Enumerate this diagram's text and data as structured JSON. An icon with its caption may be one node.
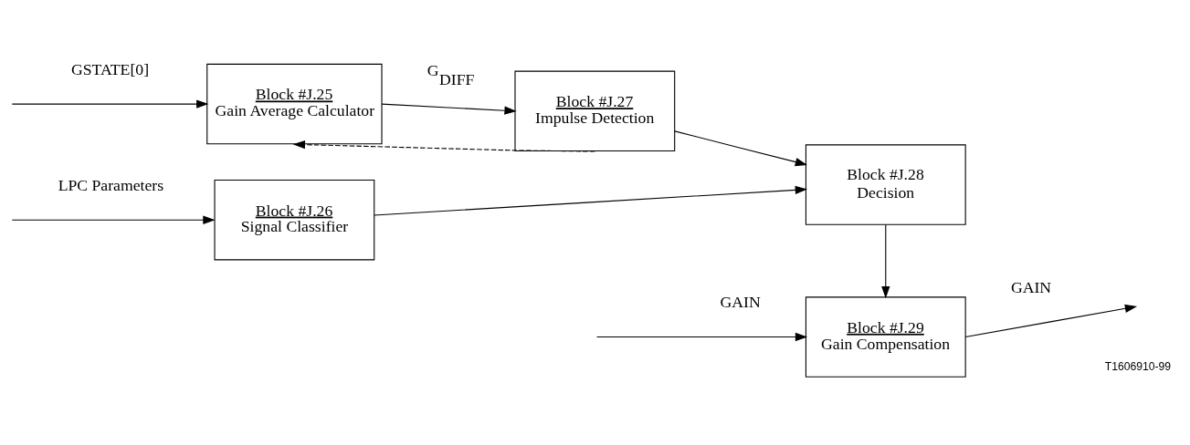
{
  "diagram": {
    "nodes": [
      {
        "text": [
          "Block #J.25",
          "Gain Average Calculator"
        ]
      },
      {
        "text": [
          "Block #J.27",
          "Impulse Detection"
        ]
      },
      {
        "text": [
          "Block #J.26",
          "Signal Classifier"
        ]
      },
      {
        "text": [
          "Block #J.28",
          "Decision"
        ]
      },
      {
        "text": [
          "Block #J.29",
          "Gain Compensation"
        ]
      }
    ],
    "edges": [
      {
        "from": null,
        "to": 0,
        "arrow": "to",
        "label": "GSTATE[0]"
      },
      {
        "from": 0,
        "to": 1,
        "arrow": "to",
        "label": "G$_{DIFF}$"
      },
      {
        "from": 1,
        "to": 3,
        "arrow": "to"
      },
      {
        "from": 1,
        "to": 0,
        "arrow": "to",
        "style": "dashed"
      },
      {
        "from": null,
        "to": 2,
        "arrow": "to",
        "label": "LPC Parameters"
      },
      {
        "from": 2,
        "to": 3,
        "arrow": "to"
      },
      {
        "from": 3,
        "to": 4,
        "arrow": "to"
      },
      {
        "from": null,
        "to": 4,
        "arrow": "to",
        "label": "GAIN"
      },
      {
        "from": 4,
        "to": null,
        "arrow": "to",
        "label": "GAIN"
      }
    ],
    "labels": [
      "T1606910-99"
    ]
  }
}
